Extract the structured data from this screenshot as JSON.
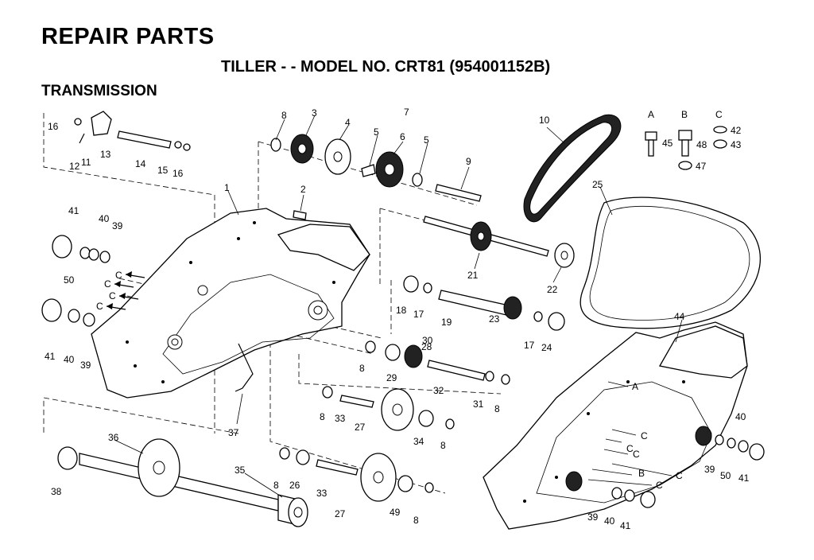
{
  "header": {
    "title": "REPAIR PARTS",
    "subtitle": "TILLER - - MODEL NO. CRT81 (954001152B)",
    "section": "TRANSMISSION"
  },
  "callouts": {
    "p1": "1",
    "p2": "2",
    "p3": "3",
    "p4": "4",
    "p5a": "5",
    "p5b": "5",
    "p6": "6",
    "p7": "7",
    "p8a": "8",
    "p8b": "8",
    "p8c": "8",
    "p8d": "8",
    "p8e": "8",
    "p8f": "8",
    "p8g": "8",
    "p9": "9",
    "p10": "10",
    "p11": "11",
    "p12": "12",
    "p13": "13",
    "p14": "14",
    "p15": "15",
    "p16a": "16",
    "p16b": "16",
    "p17a": "17",
    "p17b": "17",
    "p18": "18",
    "p19": "19",
    "p21": "21",
    "p22": "22",
    "p23": "23",
    "p24": "24",
    "p25": "25",
    "p26": "26",
    "p27a": "27",
    "p27b": "27",
    "p28": "28",
    "p29": "29",
    "p30": "30",
    "p31": "31",
    "p32": "32",
    "p33a": "33",
    "p33b": "33",
    "p34": "34",
    "p35": "35",
    "p36": "36",
    "p37": "37",
    "p38": "38",
    "p39a": "39",
    "p39b": "39",
    "p39c": "39",
    "p39d": "39",
    "p40a": "40",
    "p40b": "40",
    "p40c": "40",
    "p40d": "40",
    "p41a": "41",
    "p41b": "41",
    "p41c": "41",
    "p41d": "41",
    "p42": "42",
    "p43": "43",
    "p44": "44",
    "p45": "45",
    "p47": "47",
    "p48": "48",
    "p49": "49",
    "p50a": "50",
    "p50b": "50"
  },
  "hardware_keys": {
    "A": "A",
    "B": "B",
    "C": "C"
  },
  "arrow_letters": {
    "c1": "C",
    "c2": "C",
    "c3": "C",
    "c4": "C",
    "c5": "C",
    "c6": "C",
    "c7": "C",
    "c8": "C",
    "c9": "C",
    "a1": "A",
    "b1": "B"
  }
}
